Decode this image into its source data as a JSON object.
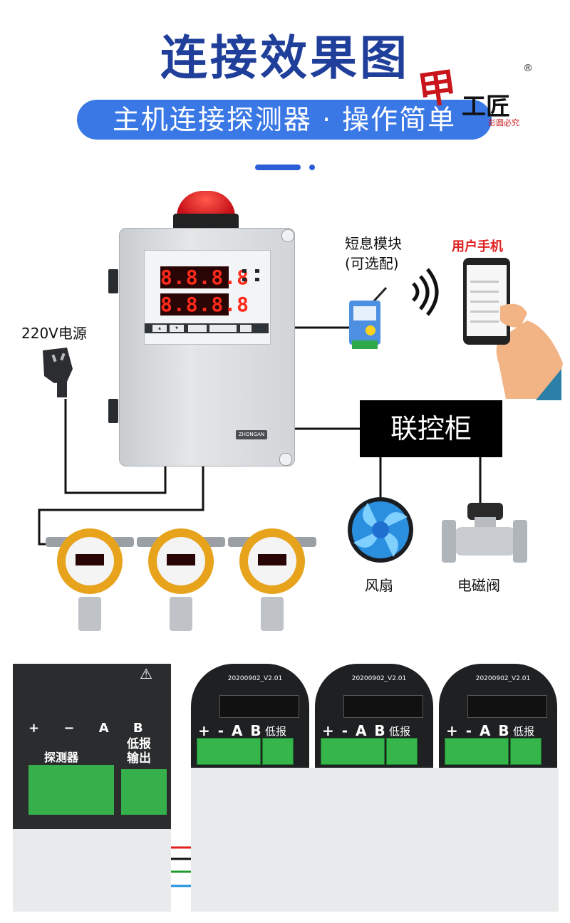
{
  "header": {
    "title": "连接效果图",
    "subtitle": "主机连接探测器 · 操作简单"
  },
  "logo": {
    "script": "甲",
    "main": "工匠",
    "small": "彭圆必究",
    "reg": "®"
  },
  "controller": {
    "display_top": "8.8.8.8",
    "display_bottom": "8.8.8.8",
    "brand": "ZHONGAN"
  },
  "labels": {
    "power": "220V电源",
    "sms_line1": "短息模块",
    "sms_line2": "(可选配)",
    "phone": "用户手机",
    "cabinet": "联控柜",
    "fan": "风扇",
    "valve": "电磁阀"
  },
  "wiring": {
    "board_title": "20200902_V2.01",
    "board_terminals": "+ - A B",
    "board_low": "低报",
    "left_terminals": "+ − A B",
    "left_sub": "探测器",
    "left_low1": "低报",
    "left_low2": "输出",
    "wire_colors": {
      "plus": "#e01e1e",
      "minus": "#111111",
      "a": "#1f9a2e",
      "b": "#1e8fe0"
    }
  }
}
